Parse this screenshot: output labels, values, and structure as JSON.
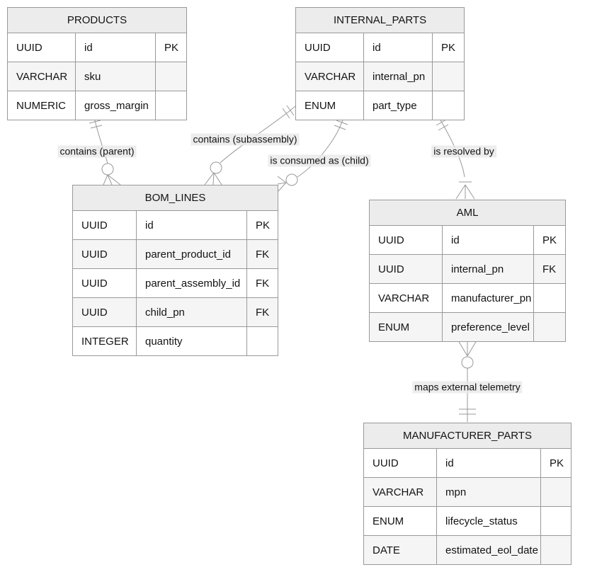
{
  "diagram": {
    "background": "#ffffff",
    "colors": {
      "table_border": "#999999",
      "header_fill": "#ececec",
      "row_fill": "#ffffff",
      "row_alt_fill": "#f5f5f5",
      "relationship_line": "#999999",
      "label_background": "rgba(232,232,232,0.8)",
      "text": "#131313"
    },
    "entities": [
      {
        "name": "PRODUCTS",
        "rows": [
          {
            "type": "UUID",
            "attr": "id",
            "key": "PK"
          },
          {
            "type": "VARCHAR",
            "attr": "sku",
            "key": ""
          },
          {
            "type": "NUMERIC",
            "attr": "gross_margin",
            "key": ""
          }
        ]
      },
      {
        "name": "INTERNAL_PARTS",
        "rows": [
          {
            "type": "UUID",
            "attr": "id",
            "key": "PK"
          },
          {
            "type": "VARCHAR",
            "attr": "internal_pn",
            "key": ""
          },
          {
            "type": "ENUM",
            "attr": "part_type",
            "key": ""
          }
        ]
      },
      {
        "name": "BOM_LINES",
        "rows": [
          {
            "type": "UUID",
            "attr": "id",
            "key": "PK"
          },
          {
            "type": "UUID",
            "attr": "parent_product_id",
            "key": "FK"
          },
          {
            "type": "UUID",
            "attr": "parent_assembly_id",
            "key": "FK"
          },
          {
            "type": "UUID",
            "attr": "child_pn",
            "key": "FK"
          },
          {
            "type": "INTEGER",
            "attr": "quantity",
            "key": ""
          }
        ]
      },
      {
        "name": "AML",
        "rows": [
          {
            "type": "UUID",
            "attr": "id",
            "key": "PK"
          },
          {
            "type": "UUID",
            "attr": "internal_pn",
            "key": "FK"
          },
          {
            "type": "VARCHAR",
            "attr": "manufacturer_pn",
            "key": ""
          },
          {
            "type": "ENUM",
            "attr": "preference_level",
            "key": ""
          }
        ]
      },
      {
        "name": "MANUFACTURER_PARTS",
        "rows": [
          {
            "type": "UUID",
            "attr": "id",
            "key": "PK"
          },
          {
            "type": "VARCHAR",
            "attr": "mpn",
            "key": ""
          },
          {
            "type": "ENUM",
            "attr": "lifecycle_status",
            "key": ""
          },
          {
            "type": "DATE",
            "attr": "estimated_eol_date",
            "key": ""
          }
        ]
      }
    ],
    "relationships": [
      {
        "label": "contains (parent)",
        "endpoints": [
          {
            "entity": "PRODUCTS",
            "cardinality": "exactly-one"
          },
          {
            "entity": "BOM_LINES",
            "cardinality": "zero-or-many"
          }
        ]
      },
      {
        "label": "contains (subassembly)",
        "endpoints": [
          {
            "entity": "INTERNAL_PARTS",
            "cardinality": "exactly-one"
          },
          {
            "entity": "BOM_LINES",
            "cardinality": "zero-or-many"
          }
        ]
      },
      {
        "label": "is consumed as (child)",
        "endpoints": [
          {
            "entity": "INTERNAL_PARTS",
            "cardinality": "exactly-one"
          },
          {
            "entity": "BOM_LINES",
            "cardinality": "zero-or-many"
          }
        ]
      },
      {
        "label": "is resolved by",
        "endpoints": [
          {
            "entity": "INTERNAL_PARTS",
            "cardinality": "exactly-one"
          },
          {
            "entity": "AML",
            "cardinality": "one-or-many"
          }
        ]
      },
      {
        "label": "maps external telemetry",
        "endpoints": [
          {
            "entity": "AML",
            "cardinality": "zero-or-many"
          },
          {
            "entity": "MANUFACTURER_PARTS",
            "cardinality": "exactly-one"
          }
        ]
      }
    ]
  }
}
